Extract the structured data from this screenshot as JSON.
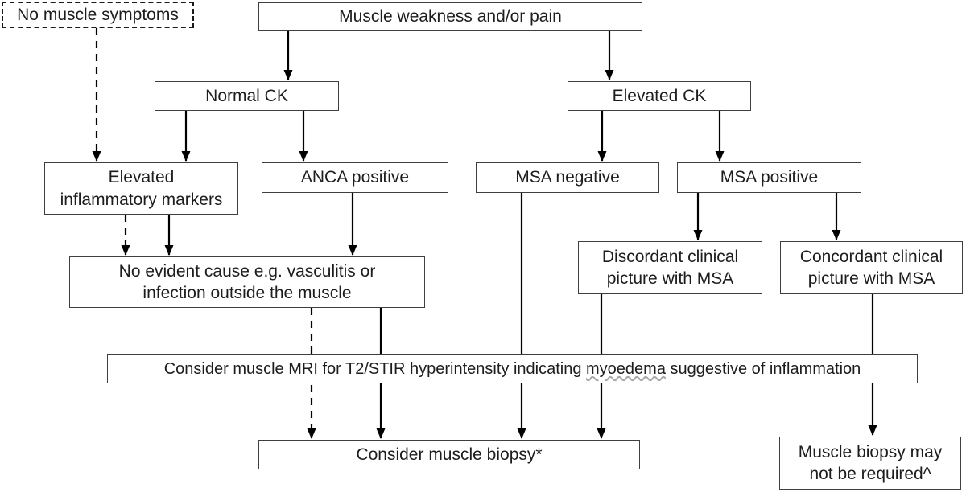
{
  "colors": {
    "background": "#ffffff",
    "box_fill": "#ffffff",
    "box_border": "#3f3f3f",
    "arrow": "#000000",
    "text": "#1d1d1d",
    "spellcheck_underline": "#a8a8a8"
  },
  "nodes": {
    "no_muscle_symptoms": {
      "label": "No muscle symptoms",
      "border_style": "dashed"
    },
    "muscle_weakness": {
      "label": "Muscle weakness and/or pain"
    },
    "normal_ck": {
      "label": "Normal CK"
    },
    "elevated_ck": {
      "label": "Elevated CK"
    },
    "elevated_inflammatory_markers": {
      "label": "Elevated\ninflammatory markers"
    },
    "anca_positive": {
      "label": "ANCA positive"
    },
    "msa_negative": {
      "label": "MSA negative"
    },
    "msa_positive": {
      "label": "MSA positive"
    },
    "discordant_clinical": {
      "label": "Discordant clinical\npicture with MSA"
    },
    "concordant_clinical": {
      "label": "Concordant clinical\npicture with MSA"
    },
    "no_evident_cause": {
      "label": "No evident cause e.g. vasculitis or\ninfection outside the muscle"
    },
    "mri_note": {
      "text_before": "Consider muscle MRI for T2/STIR hyperintensity indicating ",
      "underlined_word": "myoedema",
      "text_after": " suggestive of inflammation"
    },
    "consider_biopsy": {
      "label": "Consider muscle biopsy*"
    },
    "biopsy_not_required": {
      "label": "Muscle biopsy may\nnot be required^"
    }
  },
  "edges": [
    {
      "from": "no_muscle_symptoms",
      "to": "elevated_inflammatory_markers",
      "style": "dashed"
    },
    {
      "from": "muscle_weakness",
      "to": "normal_ck",
      "style": "solid"
    },
    {
      "from": "muscle_weakness",
      "to": "elevated_ck",
      "style": "solid"
    },
    {
      "from": "normal_ck",
      "to": "elevated_inflammatory_markers",
      "style": "solid"
    },
    {
      "from": "normal_ck",
      "to": "anca_positive",
      "style": "solid"
    },
    {
      "from": "elevated_ck",
      "to": "msa_negative",
      "style": "solid"
    },
    {
      "from": "elevated_ck",
      "to": "msa_positive",
      "style": "solid"
    },
    {
      "from": "elevated_inflammatory_markers",
      "to": "no_evident_cause",
      "style": "dashed"
    },
    {
      "from": "elevated_inflammatory_markers",
      "to": "no_evident_cause",
      "style": "solid"
    },
    {
      "from": "anca_positive",
      "to": "no_evident_cause",
      "style": "solid"
    },
    {
      "from": "msa_positive",
      "to": "discordant_clinical",
      "style": "solid"
    },
    {
      "from": "msa_positive",
      "to": "concordant_clinical",
      "style": "solid"
    },
    {
      "from": "msa_negative",
      "to": "consider_biopsy",
      "style": "solid"
    },
    {
      "from": "no_evident_cause",
      "to": "consider_biopsy",
      "style": "dashed"
    },
    {
      "from": "no_evident_cause",
      "to": "consider_biopsy",
      "style": "solid"
    },
    {
      "from": "discordant_clinical",
      "to": "consider_biopsy",
      "style": "solid"
    },
    {
      "from": "concordant_clinical",
      "to": "biopsy_not_required",
      "style": "solid"
    }
  ]
}
